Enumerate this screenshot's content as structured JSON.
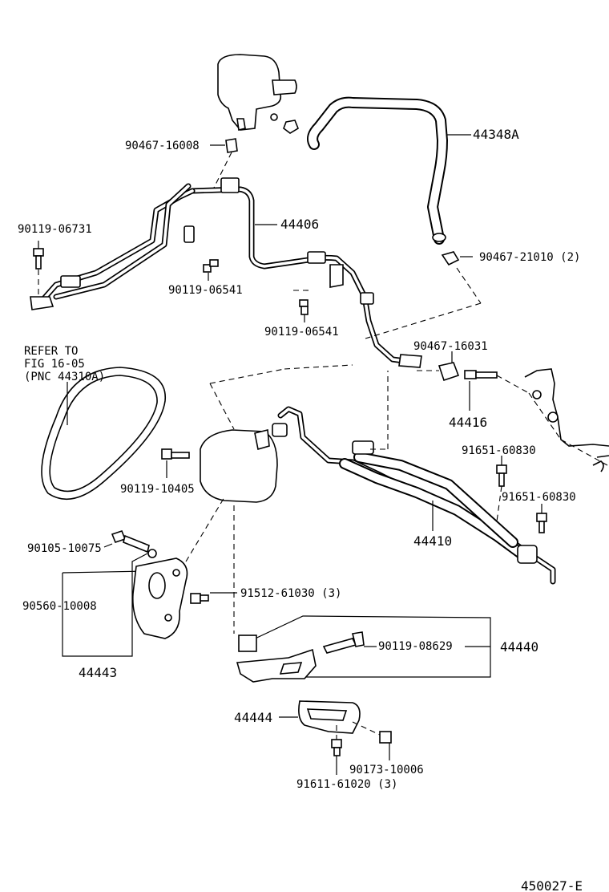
{
  "diagram_code": "450027-E",
  "labels": {
    "p90467_16008": "90467-16008",
    "p44348A": "44348A",
    "p90119_06731": "90119-06731",
    "p44406": "44406",
    "p90119_06541_a": "90119-06541",
    "p90467_21010": "90467-21010 (2)",
    "p90119_06541_b": "90119-06541",
    "refer_1": "REFER TO",
    "refer_2": "FIG 16-05",
    "refer_3": "(PNC 44310A)",
    "p90467_16031": "90467-16031",
    "p44416": "44416",
    "p91651_60830_a": "91651-60830",
    "p90119_10405": "90119-10405",
    "p91651_60830_b": "91651-60830",
    "p44410": "44410",
    "p90105_10075": "90105-10075",
    "p90560_10008": "90560-10008",
    "p91512_61030": "91512-61030 (3)",
    "p90119_08629": "90119-08629",
    "p44440": "44440",
    "p44443": "44443",
    "p44444": "44444",
    "p90173_10006": "90173-10006",
    "p91611_61020": "91611-61020 (3)"
  }
}
